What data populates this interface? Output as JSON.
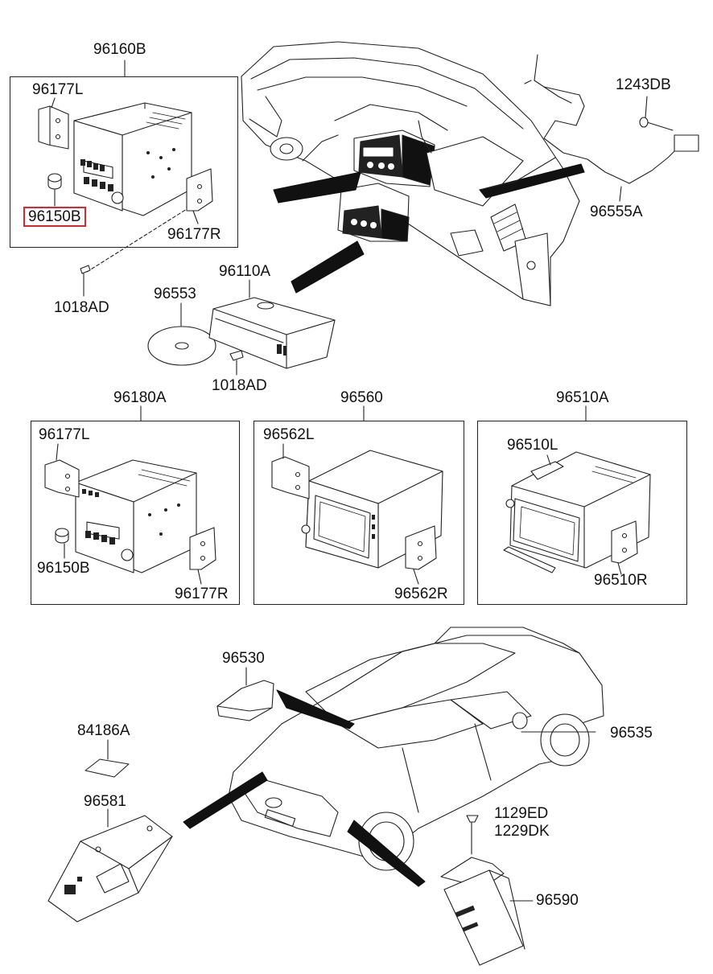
{
  "diagram": {
    "highlight_color": "#e0262b",
    "line_color": "#222222",
    "parts": {
      "p96160B": "96160B",
      "p96177L_1": "96177L",
      "p96150B_1": "96150B",
      "p96177R_1": "96177R",
      "p1018AD_1": "1018AD",
      "p1243DB": "1243DB",
      "p96555A": "96555A",
      "p96553": "96553",
      "p96110A": "96110A",
      "p1018AD_2": "1018AD",
      "p96180A": "96180A",
      "p96177L_2": "96177L",
      "p96150B_2": "96150B",
      "p96177R_2": "96177R",
      "p96560": "96560",
      "p96562L": "96562L",
      "p96562R": "96562R",
      "p96510A": "96510A",
      "p96510L": "96510L",
      "p96510R": "96510R",
      "p96530": "96530",
      "p96535": "96535",
      "p84186A": "84186A",
      "p96581": "96581",
      "p1129ED": "1129ED",
      "p1229DK": "1229DK",
      "p96590": "96590"
    }
  }
}
